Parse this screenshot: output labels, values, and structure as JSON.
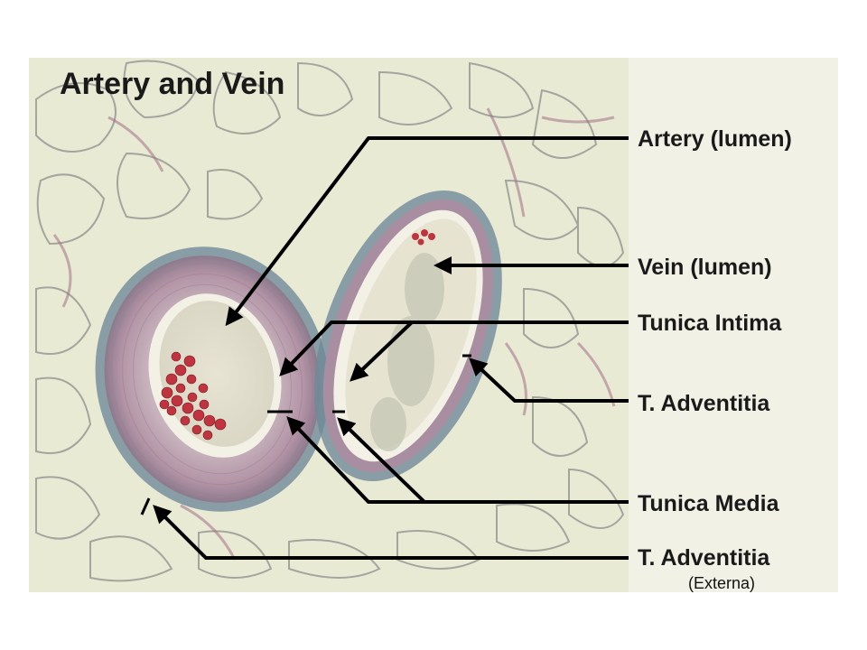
{
  "figure": {
    "title": "Artery and Vein",
    "labels": {
      "artery_lumen": "Artery (lumen)",
      "vein_lumen": "Vein (lumen)",
      "tunica_intima": "Tunica Intima",
      "t_adventitia_vein": "T. Adventitia",
      "tunica_media": "Tunica Media",
      "t_adventitia_artery": "T. Adventitia",
      "t_adventitia_note": "(Externa)"
    },
    "colors": {
      "background": "#e9ead4",
      "right_panel": "#f2f1e6",
      "artery_wall": "#b9a0ae",
      "adventitia": "#6f8a98",
      "blood_cells": "#c0343f",
      "arrow": "#000000"
    }
  }
}
